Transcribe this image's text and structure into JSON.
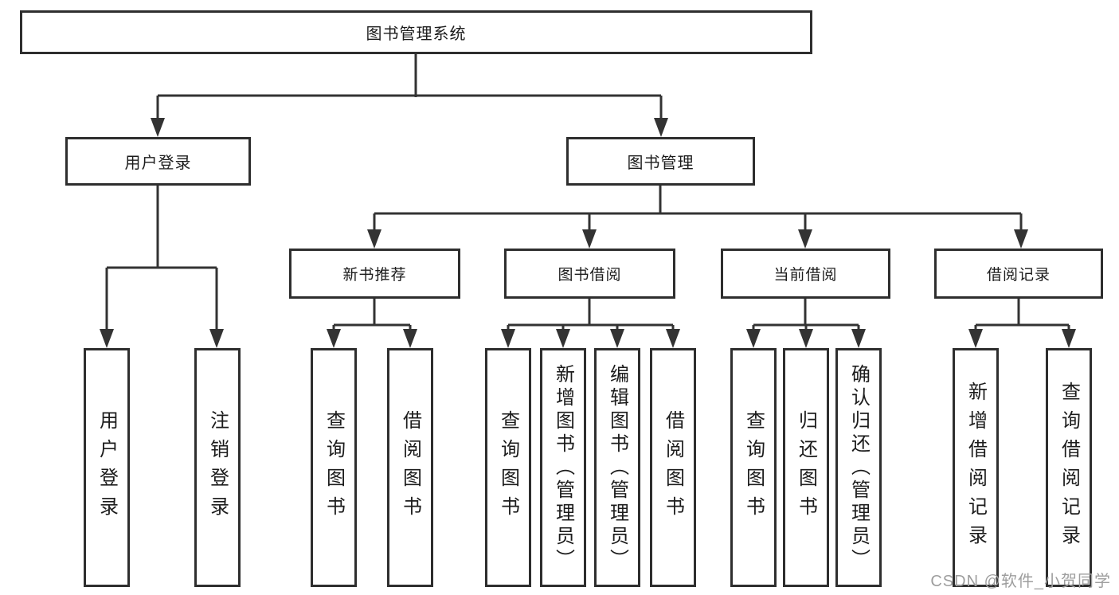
{
  "tree": {
    "root": {
      "label": "图书管理系统"
    },
    "branches": [
      {
        "label": "用户登录",
        "children": [
          "用户登录",
          "注销登录"
        ]
      },
      {
        "label": "图书管理",
        "children": [
          {
            "label": "新书推荐",
            "children": [
              "查询图书",
              "借阅图书"
            ]
          },
          {
            "label": "图书借阅",
            "children": [
              "查询图书",
              "新增图书（管理员）",
              "编辑图书（管理员）",
              "借阅图书"
            ]
          },
          {
            "label": "当前借阅",
            "children": [
              "查询图书",
              "归还图书",
              "确认归还（管理员）"
            ]
          },
          {
            "label": "借阅记录",
            "children": [
              "新增借阅记录",
              "查询借阅记录"
            ]
          }
        ]
      }
    ]
  },
  "watermark": "CSDN @软件_小贺同学",
  "colors": {
    "line": "#333333",
    "border": "#2e2e2e",
    "text": "#1c1c1c",
    "background": "#ffffff",
    "watermark": "#9e9e9e"
  }
}
